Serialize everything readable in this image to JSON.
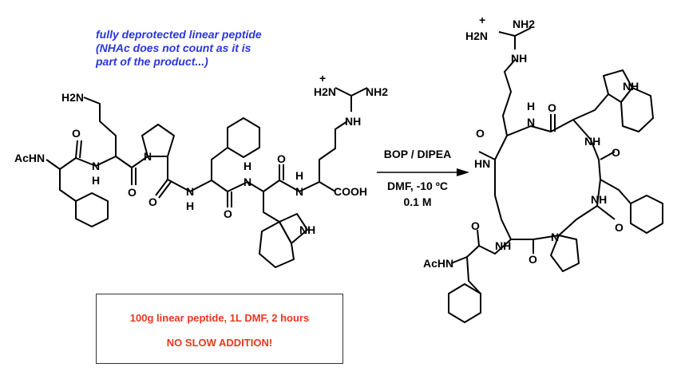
{
  "note": {
    "lines": [
      "fully deprotected linear peptide",
      "(NHAc does not count as it is",
      "part of the product...)"
    ]
  },
  "conditions": {
    "reagents": "BOP / DIPEA",
    "solvent_temp": "DMF, -10 ºC",
    "concentration": "0.1 M"
  },
  "warning_box": {
    "line1": "100g linear peptide, 1L DMF, 2 hours",
    "line2": "NO SLOW ADDITION!"
  },
  "labels": {
    "achn": "AcHN",
    "h2n": "H2N",
    "nh2": "NH2",
    "nh": "NH",
    "n": "N",
    "h": "H",
    "o": "O",
    "cooh": "COOH",
    "hn": "HN",
    "plus": "+",
    "h2n_plus": "H2N"
  },
  "colors": {
    "note": "#2a35e0",
    "warning": "#e8371c"
  }
}
